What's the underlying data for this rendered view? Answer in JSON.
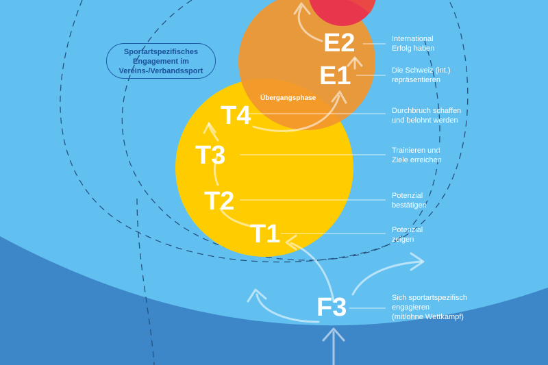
{
  "colors": {
    "background": "#62c0f0",
    "ground": "#3d86c8",
    "yellow": "#ffcc00",
    "orange": "#f2962e",
    "red": "#e8374c",
    "dashed": "#24527f",
    "pill_border": "#1e5ba8"
  },
  "category_pill": "Sportartspezifisches\nEngagement im\nVereins-/Verbandssport",
  "transition_label": "Übergangsphase",
  "stages": [
    {
      "code": "E2",
      "description": "International\nErfolg haben"
    },
    {
      "code": "E1",
      "description": "Die Schweiz (int.)\nrepräsentieren"
    },
    {
      "code": "T4",
      "description": "Durchbruch schaffen\nund belohnt werden"
    },
    {
      "code": "T3",
      "description": "Trainieren und\nZiele erreichen"
    },
    {
      "code": "T2",
      "description": "Potenzial\nbestätigen"
    },
    {
      "code": "T1",
      "description": "Potenzial\nzeigen"
    },
    {
      "code": "F3",
      "description": "Sich sportartspezifisch\nengagieren\n(mit/ohne Wettkampf)"
    }
  ]
}
